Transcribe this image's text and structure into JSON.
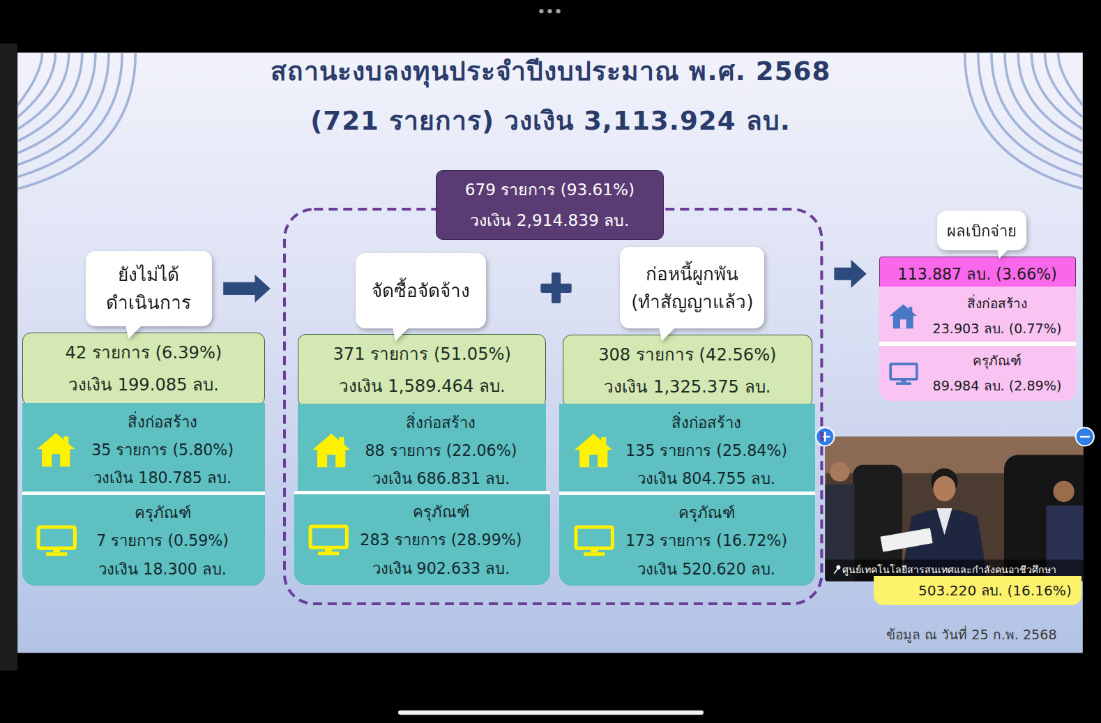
{
  "diagram": {
    "title": "สถานะงบลงทุนประจำปีงบประมาณ พ.ศ. 2568 (721 รายการ) วงเงิน 3,113.924 ลบ.",
    "nodes": [
      {
        "text": [
          "ยังไม่ได้ ดำเนินการ"
        ]
      },
      {
        "text": [
          "42 รายการ (6.39%)",
          "วงเงิน 199.085 ลบ."
        ]
      },
      {
        "text": [
          "สิ่งก่อสร้าง",
          "35 รายการ (5.80%)",
          "วงเงิน 180.785 ลบ."
        ]
      },
      {
        "text": [
          "ครุภัณฑ์",
          "7 รายการ (0.59%)",
          "วงเงิน 18.300 ลบ."
        ]
      },
      {
        "text": [
          "679 รายการ (93.61%)",
          "วงเงิน 2,914.839 ลบ."
        ]
      },
      {
        "text": [
          "จัดซื้อจัดจ้าง"
        ],
        "in": 4
      },
      {
        "text": [
          "371 รายการ (51.05%)",
          "วงเงิน 1,589.464 ลบ."
        ],
        "in": 4
      },
      {
        "text": [
          "สิ่งก่อสร้าง",
          "88 รายการ (22.06%)",
          "วงเงิน 686.831 ลบ."
        ],
        "in": 4
      },
      {
        "text": [
          "ครุภัณฑ์",
          "283 รายการ (28.99%)",
          "วงเงิน 902.633 ลบ."
        ],
        "in": 4
      },
      {
        "text": [
          "ก่อหนี้ผูกพัน (ทำสัญญาแล้ว)"
        ],
        "in": 4
      },
      {
        "text": [
          "308 รายการ (42.56%)",
          "วงเงิน 1,325.375 ลบ."
        ],
        "in": 4
      },
      {
        "text": [
          "สิ่งก่อสร้าง",
          "135 รายการ (25.84%)",
          "วงเงิน 804.755 ลบ."
        ],
        "in": 4
      },
      {
        "text": [
          "ครุภัณฑ์",
          "173 รายการ (16.72%)",
          "วงเงิน 520.620 ลบ."
        ],
        "in": 4
      },
      {
        "text": [
          "ผลเบิกจ่าย"
        ]
      },
      {
        "text": [
          "113.887 ลบ. (3.66%)"
        ]
      },
      {
        "text": [
          "สิ่งก่อสร้าง",
          "23.903 ลบ. (0.77%)"
        ]
      },
      {
        "text": [
          "ครุภัณฑ์",
          "89.984 ลบ. (2.89%)"
        ]
      },
      {
        "text": [
          "503.220 ลบ. (16.16%)"
        ]
      }
    ],
    "edges": [
      {
        "from": 0,
        "to": 4,
        "arrow": "to"
      },
      {
        "from": 4,
        "to": 14,
        "arrow": "to"
      }
    ],
    "labels": [
      "ศูนย์เทคโนโลยีสารสนเทศและกำลังคนอาชีวศึกษา",
      "ข้อมูล ณ วันที่ 25 ก.พ. 2568"
    ]
  }
}
